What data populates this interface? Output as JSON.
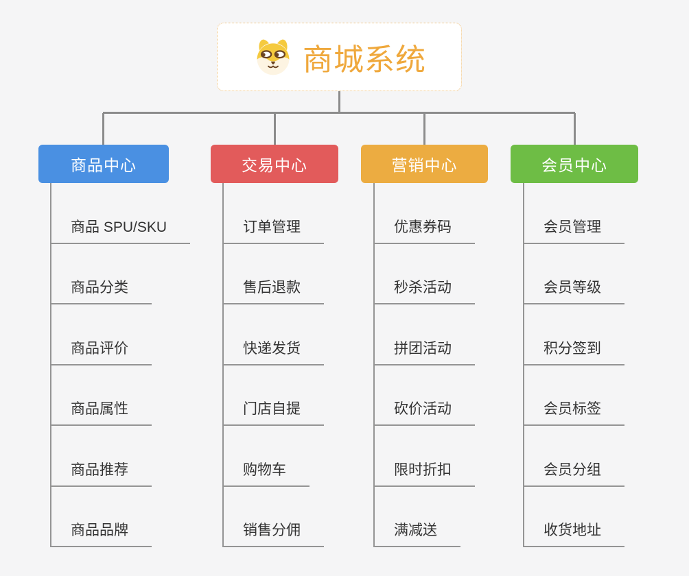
{
  "root": {
    "title": "商城系统",
    "icon": "doge-icon",
    "text_color": "#efa83c",
    "border_color": "#f0c27d",
    "background": "#ffffff"
  },
  "canvas": {
    "background": "#f5f5f6",
    "connector_color": "#8c8c8c",
    "leaf_line_color": "#949494",
    "leaf_text_color": "#333333"
  },
  "columns": [
    {
      "title": "商品中心",
      "color": "#4a90e2",
      "items": [
        "商品 SPU/SKU",
        "商品分类",
        "商品评价",
        "商品属性",
        "商品推荐",
        "商品品牌"
      ]
    },
    {
      "title": "交易中心",
      "color": "#e25b5b",
      "items": [
        "订单管理",
        "售后退款",
        "快递发货",
        "门店自提",
        "购物车",
        "销售分佣"
      ]
    },
    {
      "title": "营销中心",
      "color": "#ecac41",
      "items": [
        "优惠券码",
        "秒杀活动",
        "拼团活动",
        "砍价活动",
        "限时折扣",
        "满减送"
      ]
    },
    {
      "title": "会员中心",
      "color": "#6ebd45",
      "items": [
        "会员管理",
        "会员等级",
        "积分签到",
        "会员标签",
        "会员分组",
        "收货地址"
      ]
    }
  ]
}
